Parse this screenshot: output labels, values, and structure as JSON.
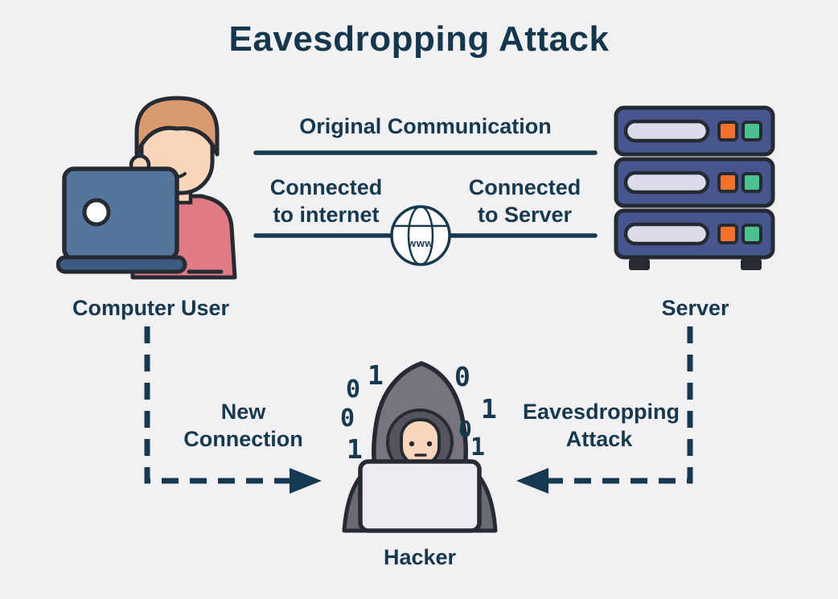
{
  "title": "Eavesdropping Attack",
  "labels": {
    "computer_user": "Computer User",
    "server": "Server",
    "hacker": "Hacker",
    "original_communication": "Original Communication",
    "connected_internet_line1": "Connected",
    "connected_internet_line2": "to internet",
    "connected_server_line1": "Connected",
    "connected_server_line2": "to Server",
    "new_connection_line1": "New",
    "new_connection_line2": "Connection",
    "eavesdropping_line1": "Eavesdropping",
    "eavesdropping_line2": "Attack",
    "globe": "www"
  },
  "binary": [
    "0",
    "1",
    "0",
    "1",
    "0",
    "1",
    "0",
    "1"
  ],
  "colors": {
    "background": "#f1f0f2",
    "ink": "#17394f",
    "outline": "#252a33",
    "server_body": "#47568e",
    "server_slot": "#dcdbe9",
    "led_orange": "#f2722a",
    "led_green": "#4cc08d",
    "laptop_blue": "#54749e",
    "laptop_base": "#3d5b80",
    "shirt_pink": "#e17c87",
    "skin": "#f9d5bc",
    "hair": "#d89a6e",
    "hood": "#76757d",
    "hood_inner": "#55545d",
    "body_gray": "#6b6a73",
    "hacker_laptop": "#edebf0"
  }
}
